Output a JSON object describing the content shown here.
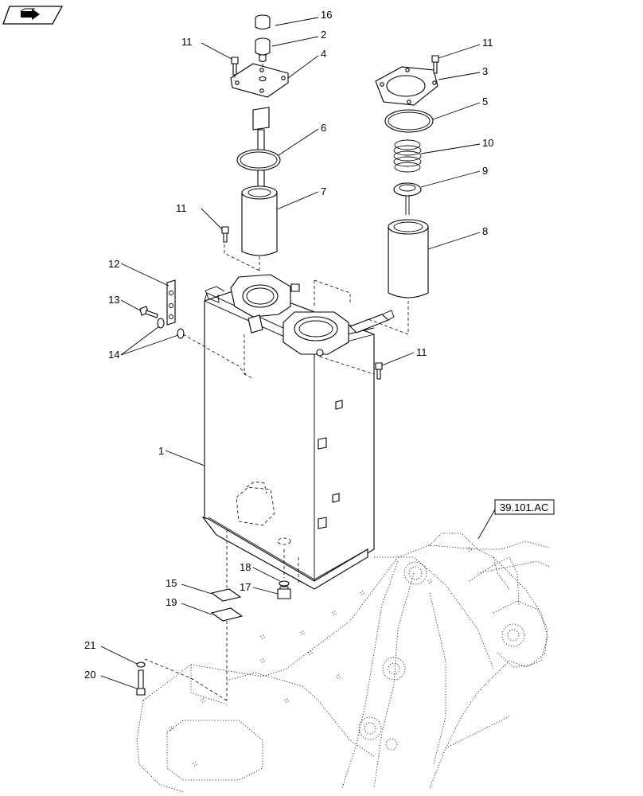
{
  "reference_label": "39.101.AC",
  "callouts": [
    "1",
    "2",
    "3",
    "4",
    "5",
    "6",
    "7",
    "8",
    "9",
    "10",
    "11",
    "12",
    "13",
    "14",
    "15",
    "16",
    "17",
    "18",
    "19",
    "20",
    "21"
  ],
  "icons": {
    "nav": "navigation-arrow-icon"
  }
}
